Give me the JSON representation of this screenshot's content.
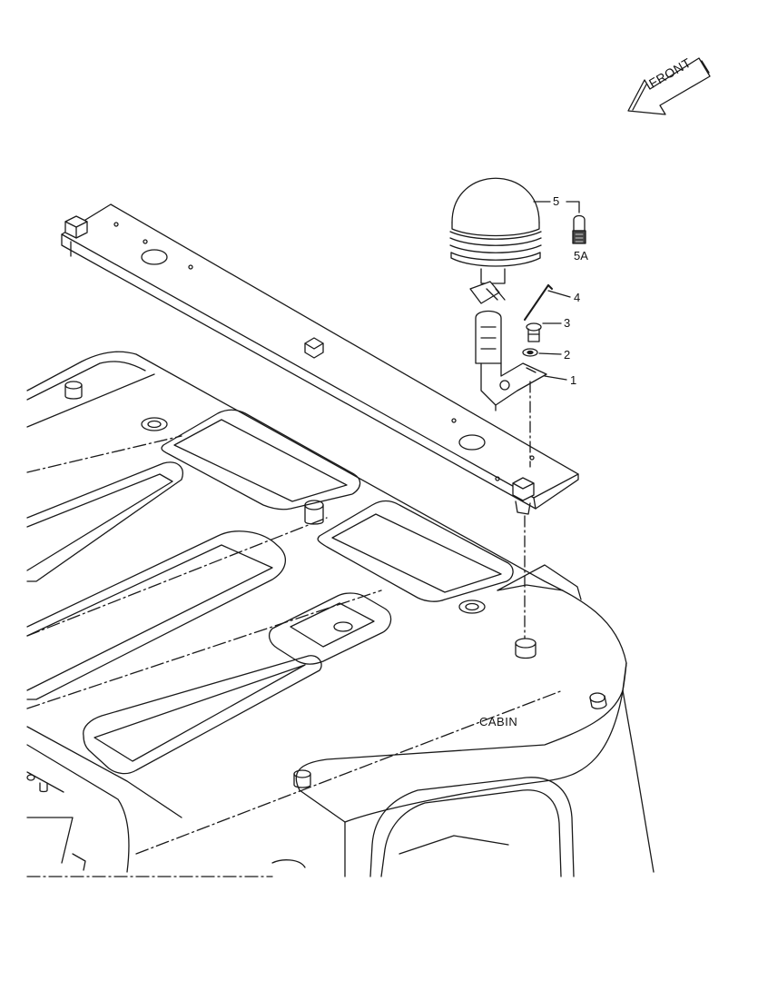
{
  "diagram": {
    "direction_label": "FRONT",
    "cabin_label": "CABIN",
    "callouts": [
      {
        "id": "1",
        "text": "1"
      },
      {
        "id": "2",
        "text": "2"
      },
      {
        "id": "3",
        "text": "3"
      },
      {
        "id": "4",
        "text": "4"
      },
      {
        "id": "5",
        "text": "5"
      },
      {
        "id": "5A",
        "text": "5A"
      }
    ]
  }
}
